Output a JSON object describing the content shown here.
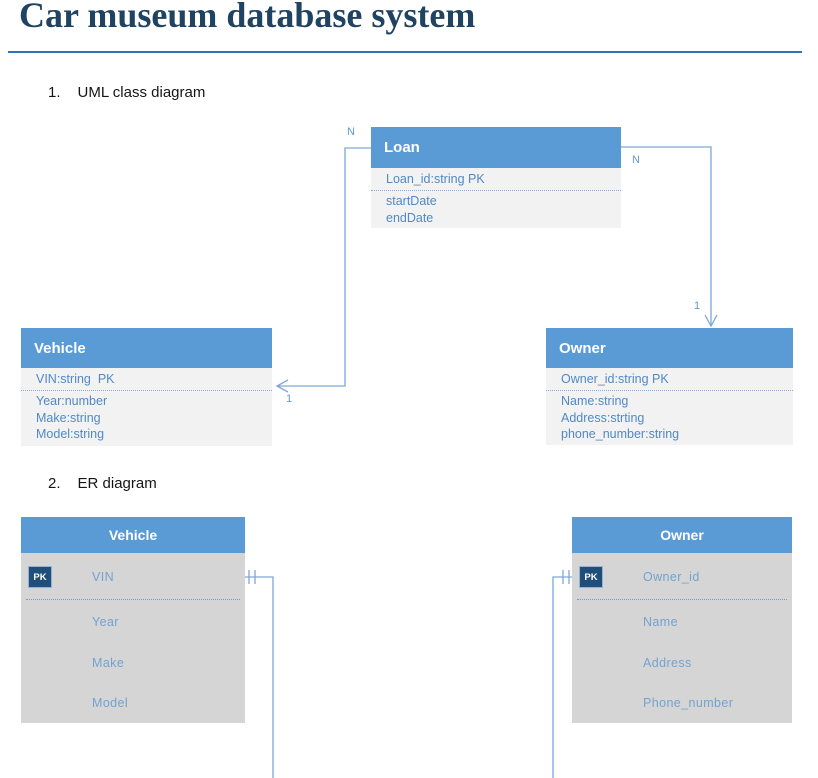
{
  "document": {
    "title": "Car museum database system",
    "sections": [
      {
        "number": "1.",
        "label": "UML class diagram"
      },
      {
        "number": "2.",
        "label": "ER diagram"
      }
    ]
  },
  "uml": {
    "classes": [
      {
        "name": "Loan",
        "pk_row": "Loan_id:string PK",
        "attributes": [
          "startDate",
          "endDate"
        ]
      },
      {
        "name": "Vehicle",
        "pk_row": "VIN:string  PK",
        "attributes": [
          "Year:number",
          "Make:string",
          "Model:string"
        ]
      },
      {
        "name": "Owner",
        "pk_row": "Owner_id:string PK",
        "attributes": [
          "Name:string",
          "Address:strting",
          "phone_number:string"
        ]
      }
    ],
    "multiplicity_labels": {
      "loan_left": "N",
      "loan_right": "N",
      "owner_top": "1",
      "vehicle_right": "1"
    }
  },
  "er": {
    "entities": [
      {
        "name": "Vehicle",
        "pk_badge": "PK",
        "pk_attribute": "VIN",
        "attributes": [
          "Year",
          "Make",
          "Model"
        ]
      },
      {
        "name": "Owner",
        "pk_badge": "PK",
        "pk_attribute": "Owner_id",
        "attributes": [
          "Name",
          "Address",
          "Phone_number"
        ]
      }
    ]
  },
  "colors": {
    "header_blue": "#5B9BD5",
    "uml_body_bg": "#F2F2F2",
    "er_body_bg": "#D5D5D5",
    "pk_badge_bg": "#1F4E79",
    "uml_attribute_text": "#5189C7",
    "er_attribute_text": "#74A2D0",
    "connector_line": "#7EA6D8",
    "title_text": "#1F4361",
    "title_rule": "#2E74B5"
  }
}
